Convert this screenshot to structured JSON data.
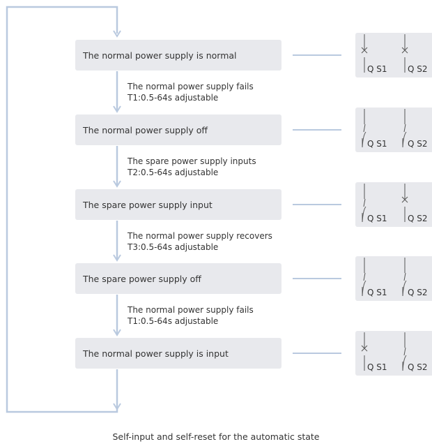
{
  "steps": [
    {
      "label": "The normal power supply is normal",
      "switches": {
        "qs1": "closed",
        "qs2": "closed"
      }
    },
    {
      "label": "The normal power supply off",
      "switches": {
        "qs1": "open",
        "qs2": "open"
      }
    },
    {
      "label": "The spare power supply input",
      "switches": {
        "qs1": "open",
        "qs2": "closed"
      }
    },
    {
      "label": "The spare power supply off",
      "switches": {
        "qs1": "open",
        "qs2": "open"
      }
    },
    {
      "label": "The normal power supply is input",
      "switches": {
        "qs1": "closed",
        "qs2": "open"
      }
    }
  ],
  "transitions": [
    {
      "line1": "The normal power supply fails",
      "line2": "T1:0.5-64s adjustable"
    },
    {
      "line1": "The spare power supply inputs",
      "line2": "T2:0.5-64s adjustable"
    },
    {
      "line1": "The normal power supply recovers",
      "line2": "T3:0.5-64s adjustable"
    },
    {
      "line1": "The normal power supply fails",
      "line2": "T1:0.5-64s adjustable"
    }
  ],
  "switch_labels": {
    "qs1": "Q S1",
    "qs2": "Q S2"
  },
  "caption": "Self-input and self-reset for the automatic state",
  "colors": {
    "box": "#e8e9ed",
    "arrow": "#b9c9df",
    "text": "#333333"
  }
}
